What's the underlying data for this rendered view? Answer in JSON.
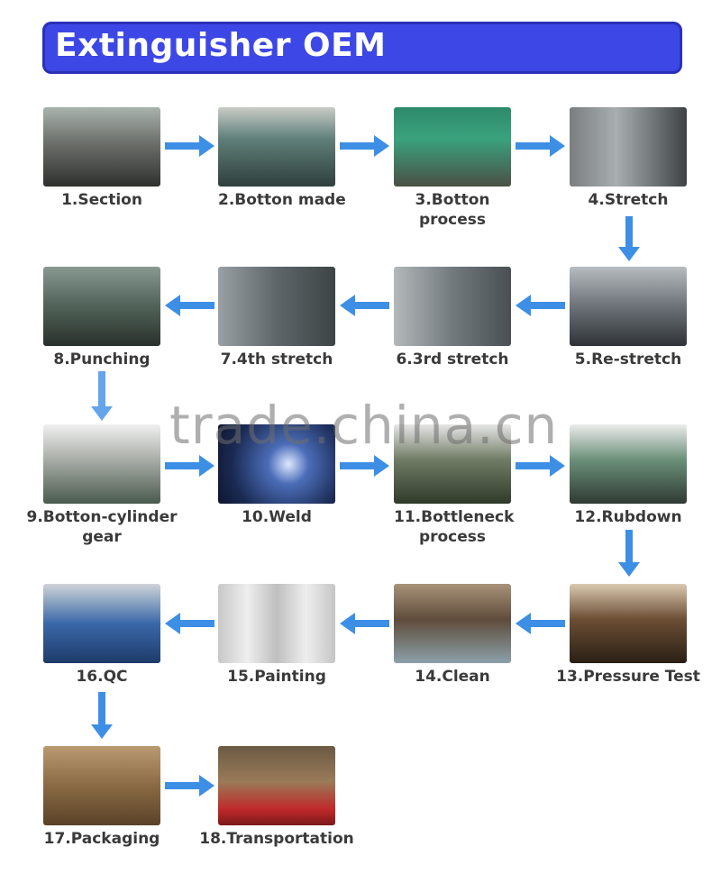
{
  "header": {
    "title": "Extinguisher OEM"
  },
  "watermark": "trade.china.cn",
  "colors": {
    "banner": "#3d47e6",
    "arrow": "#3d8fe6",
    "caption": "#3a3a3a"
  },
  "steps": [
    {
      "line1": "1.Section",
      "line2": ""
    },
    {
      "line1": "2.Botton made",
      "line2": ""
    },
    {
      "line1": "3.Botton",
      "line2": "process"
    },
    {
      "line1": "4.Stretch",
      "line2": ""
    },
    {
      "line1": "5.Re-stretch",
      "line2": ""
    },
    {
      "line1": "6.3rd stretch",
      "line2": ""
    },
    {
      "line1": "7.4th stretch",
      "line2": ""
    },
    {
      "line1": "8.Punching",
      "line2": ""
    },
    {
      "line1": "9.Botton-cylinder",
      "line2": "gear"
    },
    {
      "line1": "10.Weld",
      "line2": ""
    },
    {
      "line1": "11.Bottleneck",
      "line2": "process"
    },
    {
      "line1": "12.Rubdown",
      "line2": ""
    },
    {
      "line1": "13.Pressure Test",
      "line2": ""
    },
    {
      "line1": "14.Clean",
      "line2": ""
    },
    {
      "line1": "15.Painting",
      "line2": ""
    },
    {
      "line1": "16.QC",
      "line2": ""
    },
    {
      "line1": "17.Packaging",
      "line2": ""
    },
    {
      "line1": "18.Transportation",
      "line2": ""
    }
  ]
}
